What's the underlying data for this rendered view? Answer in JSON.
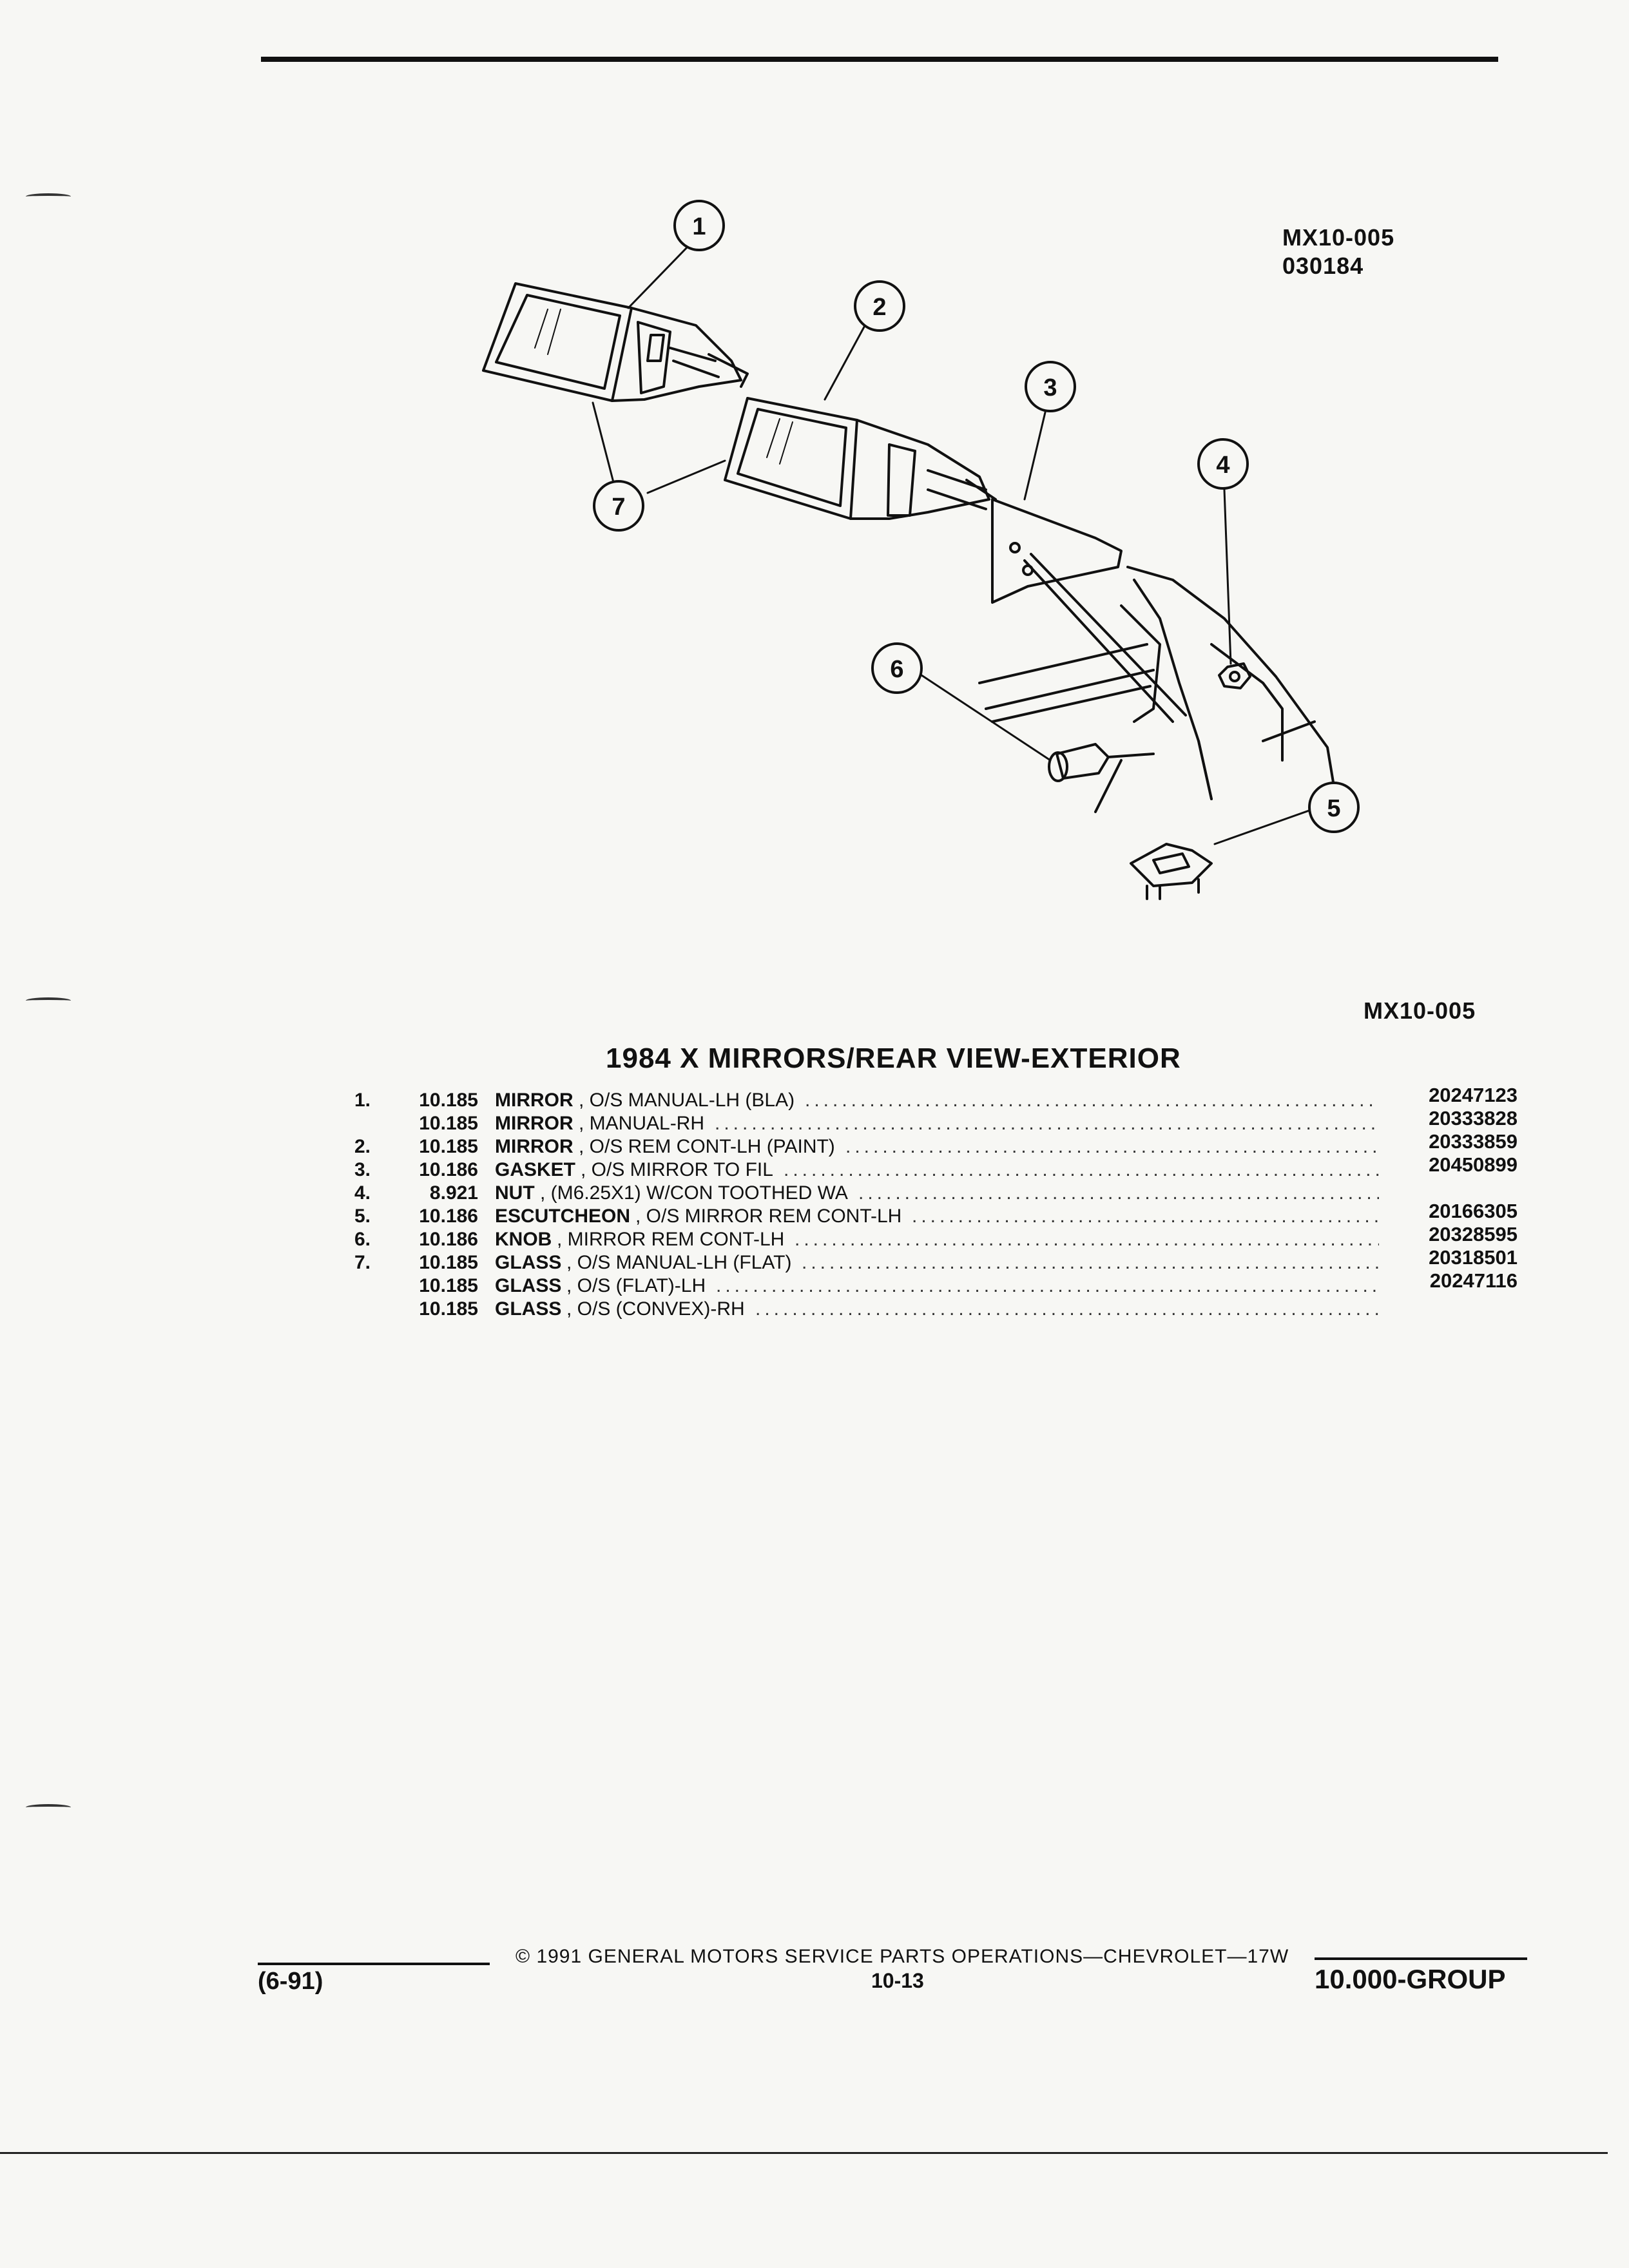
{
  "figure": {
    "code_top": "MX10-005",
    "date_code": "030184",
    "code_bottom": "MX10-005",
    "callouts": [
      "1",
      "2",
      "3",
      "4",
      "5",
      "6",
      "7"
    ]
  },
  "title": "1984 X MIRRORS/REAR VIEW-EXTERIOR",
  "parts": [
    {
      "num": "1.",
      "group": "10.185",
      "name": "MIRROR",
      "desc": ", O/S MANUAL-LH (BLA)",
      "part_no": "20247123"
    },
    {
      "num": "",
      "group": "10.185",
      "name": "MIRROR",
      "desc": ", MANUAL-RH",
      "part_no": "20333828"
    },
    {
      "num": "2.",
      "group": "10.185",
      "name": "MIRROR",
      "desc": ", O/S REM CONT-LH (PAINT)",
      "part_no": "20333859"
    },
    {
      "num": "3.",
      "group": "10.186",
      "name": "GASKET",
      "desc": ", O/S MIRROR TO FIL",
      "part_no": "20450899"
    },
    {
      "num": "4.",
      "group": "8.921",
      "name": "NUT",
      "desc": ", (M6.25X1) W/CON TOOTHED WA",
      "part_no": ""
    },
    {
      "num": "5.",
      "group": "10.186",
      "name": "ESCUTCHEON",
      "desc": ", O/S MIRROR REM CONT-LH",
      "part_no": "20166305"
    },
    {
      "num": "6.",
      "group": "10.186",
      "name": "KNOB",
      "desc": ", MIRROR REM CONT-LH",
      "part_no": "20328595"
    },
    {
      "num": "7.",
      "group": "10.185",
      "name": "GLASS",
      "desc": ", O/S MANUAL-LH (FLAT)",
      "part_no": "20318501"
    },
    {
      "num": "",
      "group": "10.185",
      "name": "GLASS",
      "desc": ", O/S (FLAT)-LH",
      "part_no": "20247116"
    },
    {
      "num": "",
      "group": "10.185",
      "name": "GLASS",
      "desc": ", O/S (CONVEX)-RH",
      "part_no": ""
    }
  ],
  "footer": {
    "date": "(6-91)",
    "copyright": "© 1991 GENERAL MOTORS SERVICE PARTS OPERATIONS—CHEVROLET—17W",
    "page": "10-13",
    "group": "10.000-GROUP"
  }
}
